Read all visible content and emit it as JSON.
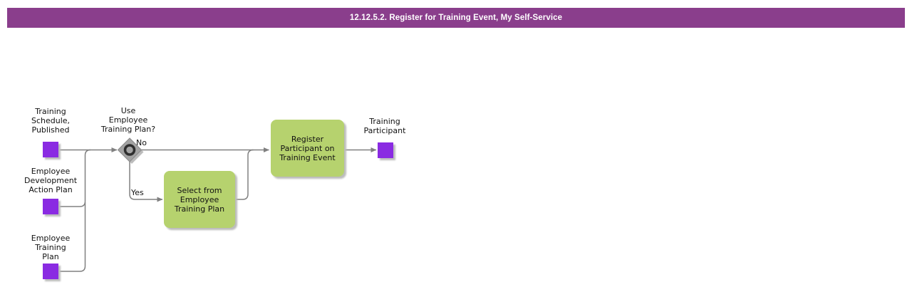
{
  "title": "12.12.5.2. Register for Training Event, My Self-Service",
  "diagram": {
    "start_events": [
      {
        "label": "Training\nSchedule,\nPublished"
      },
      {
        "label": "Employee\nDevelopment\nAction Plan"
      },
      {
        "label": "Employee\nTraining\nPlan"
      }
    ],
    "end_event": {
      "label": "Training\nParticipant"
    },
    "gateway": {
      "label": "Use\nEmployee\nTraining Plan?",
      "no_label": "No",
      "yes_label": "Yes"
    },
    "tasks": [
      {
        "label": "Select from\nEmployee\nTraining Plan"
      },
      {
        "label": "Register\nParticipant on\nTraining Event"
      }
    ]
  },
  "colors": {
    "titlebar": "#8a3e8c",
    "title_text": "#ffffff",
    "event_square": "#8a2be2",
    "task_box": "#b6d26e",
    "gateway_fill": "#a3a3a3",
    "gateway_ring": "#2e2e2e",
    "connector": "#808080",
    "shadow": "#bcbcbc",
    "label_text": "#111111"
  }
}
